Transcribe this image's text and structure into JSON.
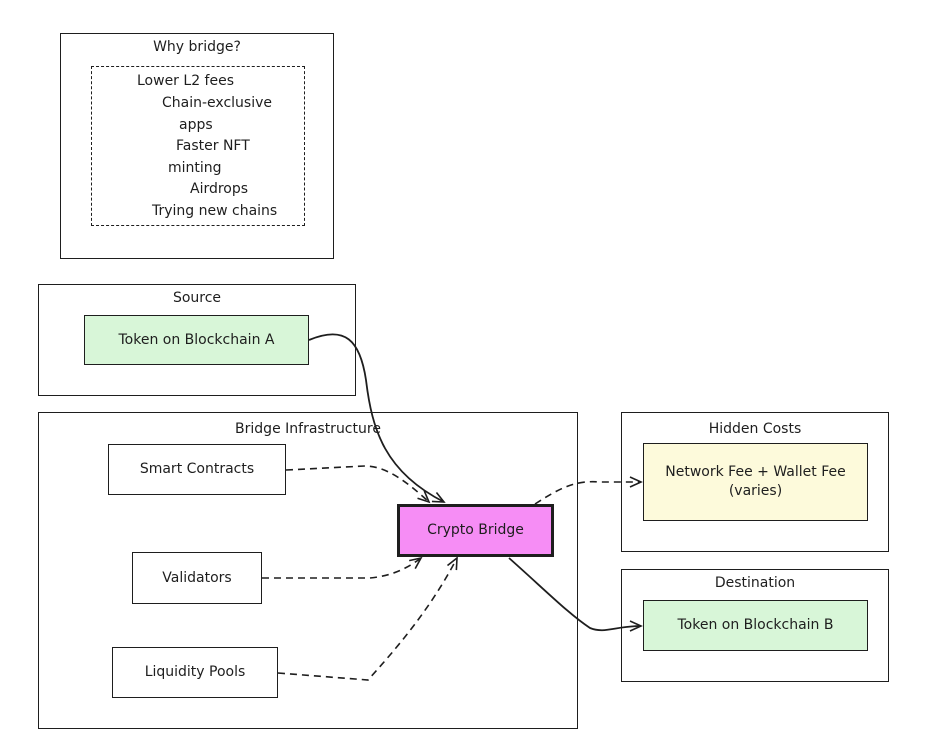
{
  "why_bridge": {
    "title": "Why bridge?",
    "lines": [
      "Lower L2 fees",
      "Chain-exclusive",
      "apps",
      "Faster NFT",
      "minting",
      "Airdrops",
      "Trying new chains"
    ]
  },
  "source": {
    "title": "Source",
    "token": "Token on Blockchain A"
  },
  "infrastructure": {
    "title": "Bridge Infrastructure",
    "smart_contracts": "Smart Contracts",
    "validators": "Validators",
    "liquidity_pools": "Liquidity Pools"
  },
  "bridge": {
    "label": "Crypto Bridge"
  },
  "hidden_costs": {
    "title": "Hidden Costs",
    "fee_line1": "Network Fee + Wallet Fee",
    "fee_line2": "(varies)"
  },
  "destination": {
    "title": "Destination",
    "token": "Token on Blockchain B"
  },
  "colors": {
    "token_fill": "#d8f6d8",
    "fee_fill": "#fdfadb",
    "bridge_fill": "#f68df5",
    "stroke": "#1e1e1e"
  }
}
